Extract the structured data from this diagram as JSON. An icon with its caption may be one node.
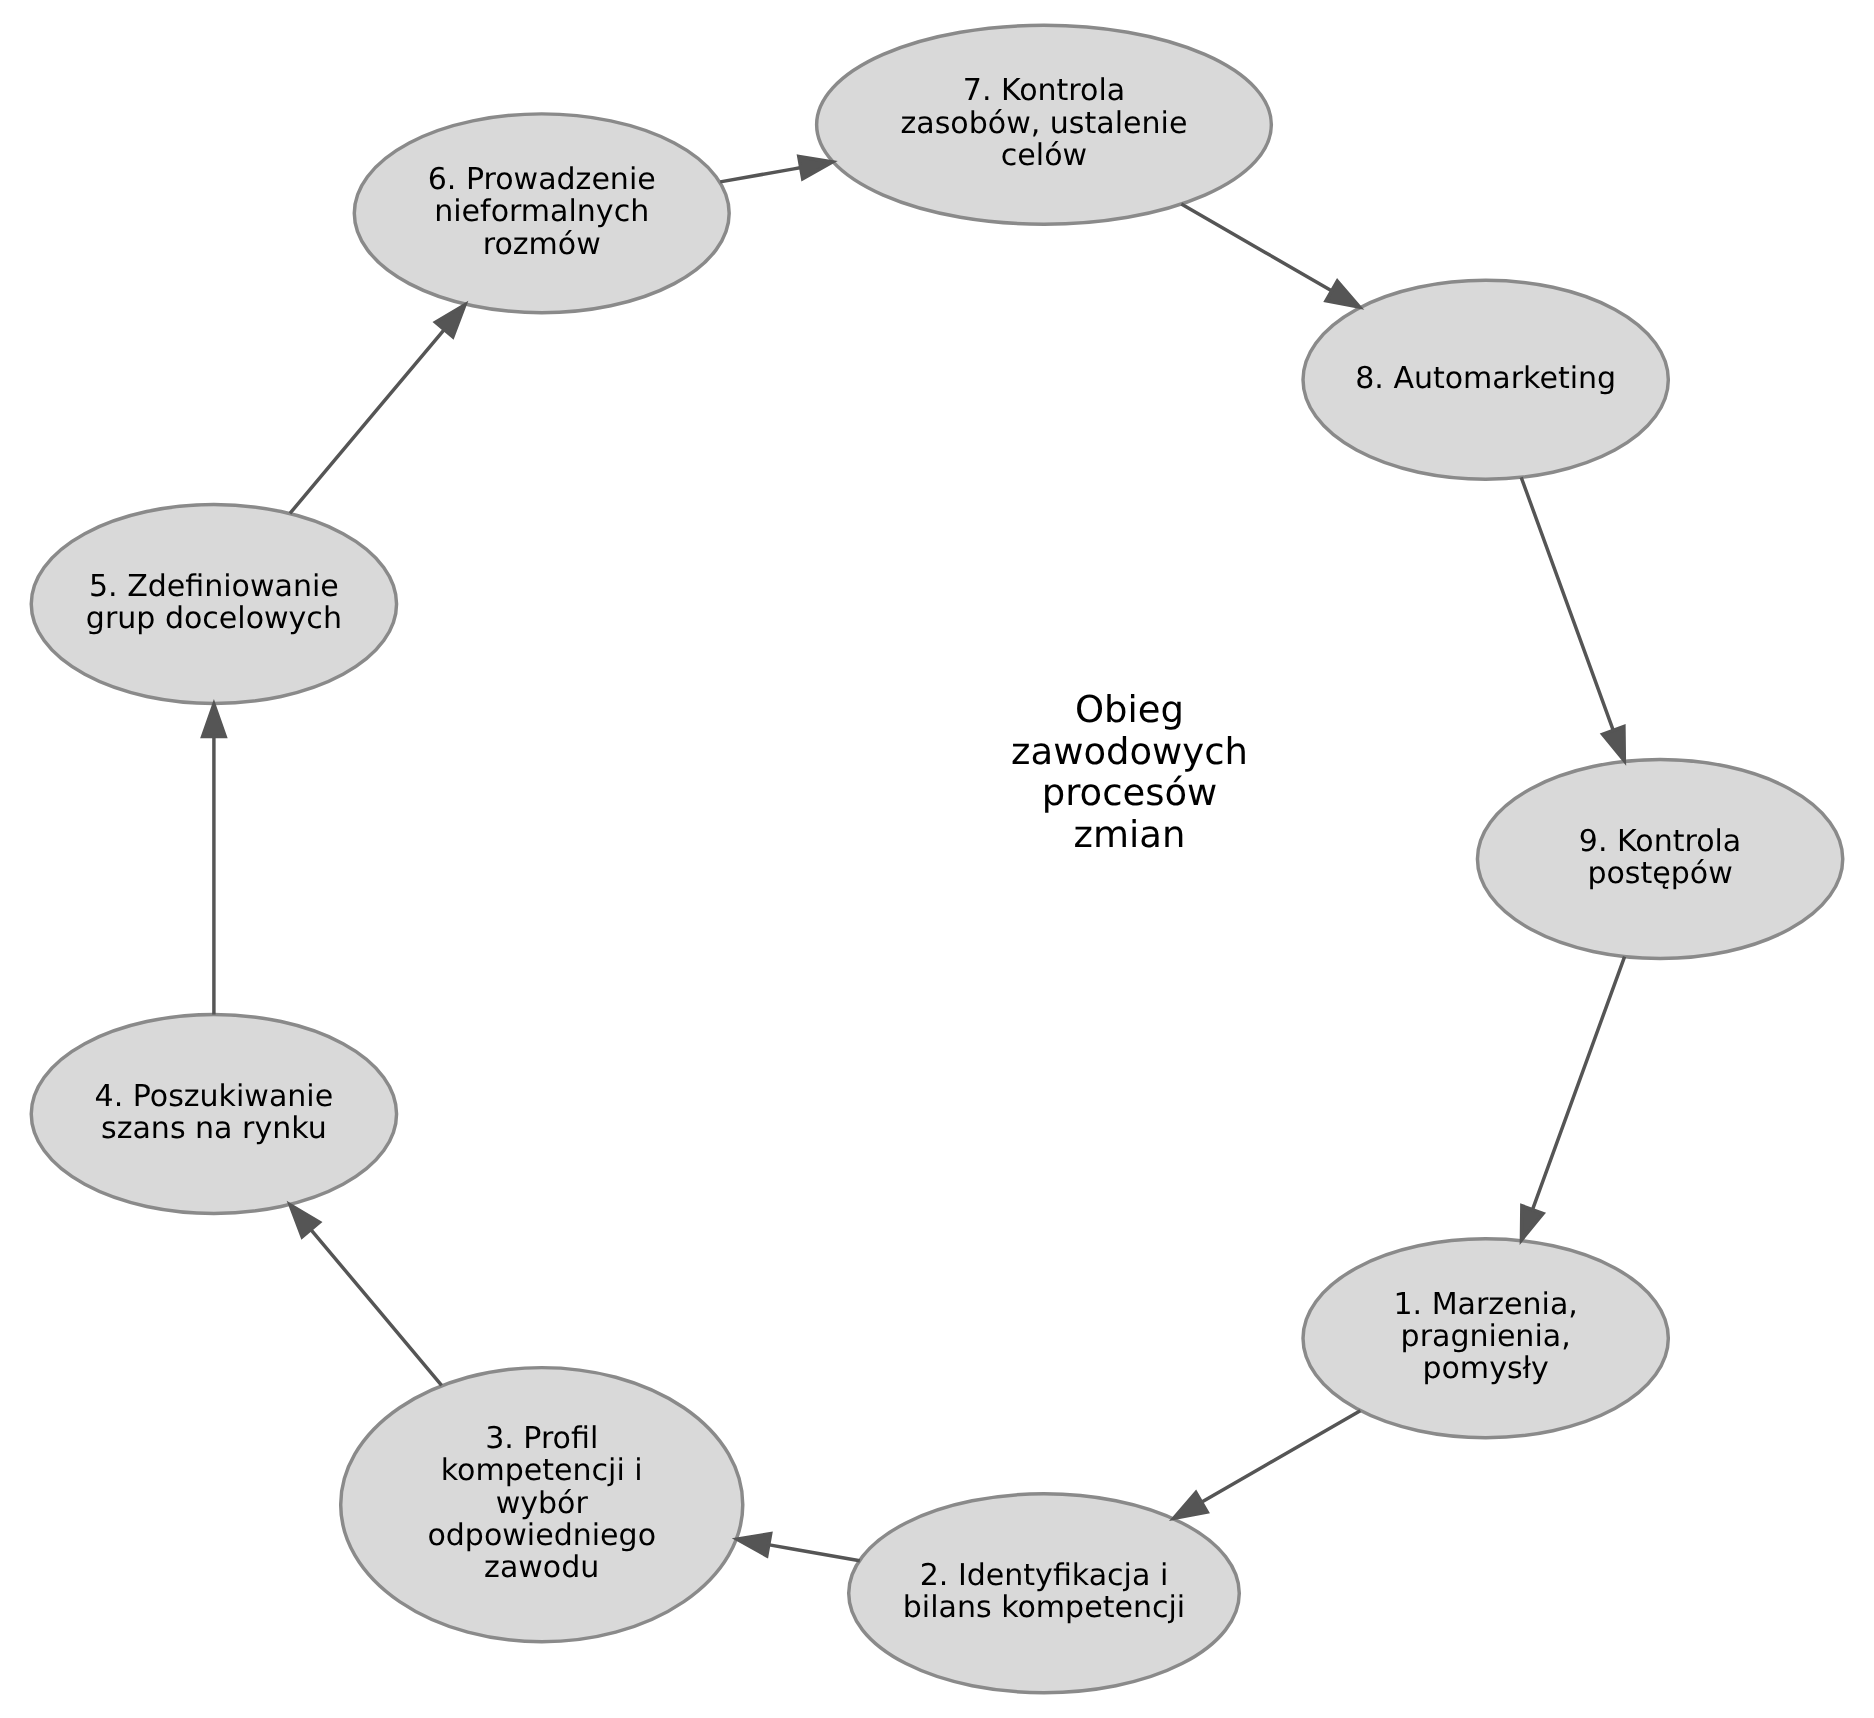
{
  "diagram": {
    "nodes": [
      {
        "text": [
          "1. Marzenia, pragnienia, pomysły"
        ]
      },
      {
        "text": [
          "2. Identyfikacja i bilans kompetencji"
        ]
      },
      {
        "text": [
          "3. Profil kompetencji i wybór odpowiedniego zawodu"
        ]
      },
      {
        "text": [
          "4. Poszukiwanie szans na rynku"
        ]
      },
      {
        "text": [
          "5. Zdefiniowanie grup docelowych"
        ]
      },
      {
        "text": [
          "6. Prowadzenie nieformalnych rozmów"
        ]
      },
      {
        "text": [
          "7. Kontrola zasobów, ustalenie celów"
        ]
      },
      {
        "text": [
          "8. Automarketing"
        ]
      },
      {
        "text": [
          "9. Kontrola postępów"
        ]
      }
    ],
    "edges": [
      {
        "from": 0,
        "to": 1,
        "arrow": "to"
      },
      {
        "from": 1,
        "to": 2,
        "arrow": "to"
      },
      {
        "from": 2,
        "to": 3,
        "arrow": "to"
      },
      {
        "from": 3,
        "to": 4,
        "arrow": "to"
      },
      {
        "from": 4,
        "to": 5,
        "arrow": "to"
      },
      {
        "from": 5,
        "to": 6,
        "arrow": "to"
      },
      {
        "from": 6,
        "to": 7,
        "arrow": "to"
      },
      {
        "from": 7,
        "to": 8,
        "arrow": "to"
      },
      {
        "from": 8,
        "to": 0,
        "arrow": "to"
      }
    ],
    "labels": [
      "Obieg zawodowych procesów zmian"
    ]
  }
}
